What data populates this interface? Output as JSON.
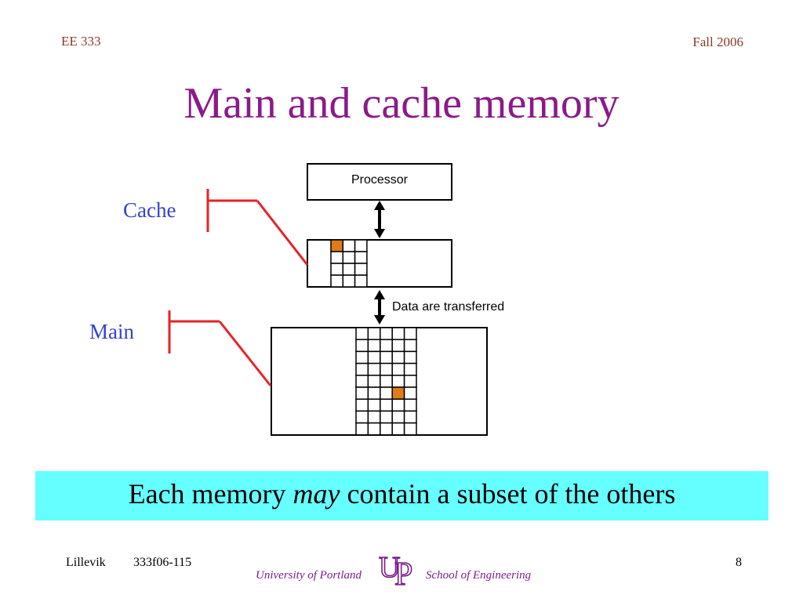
{
  "header": {
    "course": "EE 333",
    "term": "Fall 2006"
  },
  "title": "Main and cache memory",
  "diagram": {
    "processor_label": "Processor",
    "cache_label": "Cache",
    "main_label": "Main",
    "transfer_label": "Data are transferred",
    "colors": {
      "highlight_cell": "#e07b16",
      "callout_line": "#e8212a",
      "label_blue": "#3344cc"
    }
  },
  "banner": {
    "text_before": "Each memory ",
    "text_emphasis": "may",
    "text_after": " contain a subset of the others",
    "background": "#66ffff"
  },
  "footer": {
    "author": "Lillevik",
    "code": "333f06-115",
    "page_number": "8",
    "university": "University of Portland",
    "school": "School of Engineering",
    "logo_letters": "UP"
  }
}
